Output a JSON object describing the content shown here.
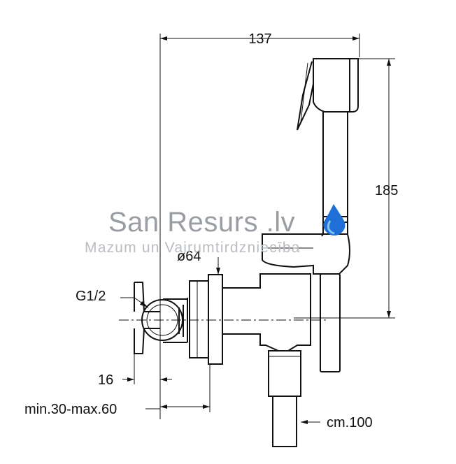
{
  "dimensions": {
    "width_total": "137",
    "height_total": "185",
    "diameter": "ø64",
    "thread": "G1/2",
    "handle_offset": "16",
    "wall_depth": "min.30-max.60",
    "hose_length": "cm.100"
  },
  "watermark": {
    "title": "San Resurs .lv",
    "subtitle": "Mazum un Vairumtirdzniecība"
  },
  "colors": {
    "line": "#111111",
    "watermark_text": "#9a9ea3",
    "drop_dark": "#1f6fd6",
    "drop_light": "#7fc4f5"
  }
}
